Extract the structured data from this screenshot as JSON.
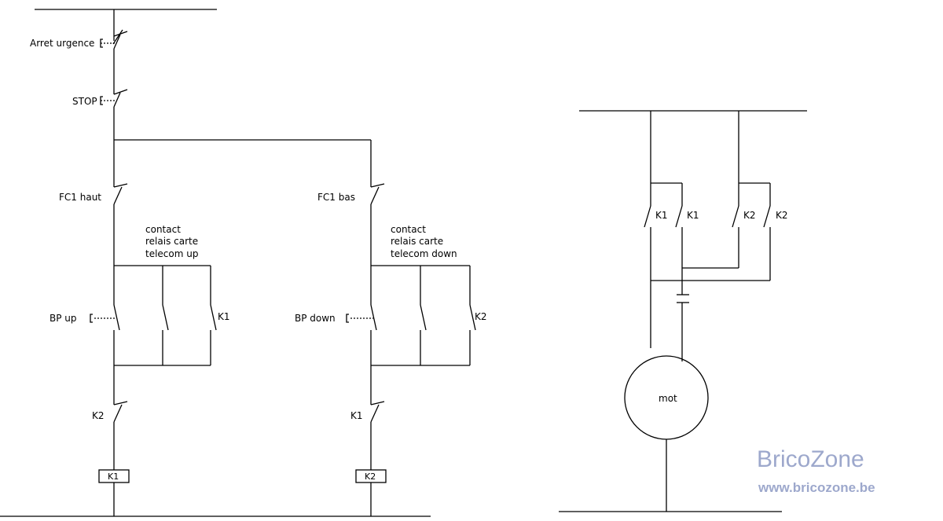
{
  "control_circuit": {
    "emergency_stop": "Arret urgence",
    "stop": "STOP",
    "fc1_high": "FC1 haut",
    "fc1_low": "FC1 bas",
    "relay_up": [
      "contact",
      "relais carte",
      "telecom up"
    ],
    "relay_down": [
      "contact",
      "relais carte",
      "telecom down"
    ],
    "bp_up": "BP up",
    "bp_down": "BP down",
    "hold_contact_up": "K1",
    "hold_contact_down": "K2",
    "interlock_up": "K2",
    "interlock_down": "K1",
    "coil_up": "K1",
    "coil_down": "K2"
  },
  "power_circuit": {
    "contacts": [
      "K1",
      "K1",
      "K2",
      "K2"
    ],
    "motor": "mot"
  },
  "watermark": {
    "brand": "BricoZone",
    "url": "www.bricozone.be"
  }
}
